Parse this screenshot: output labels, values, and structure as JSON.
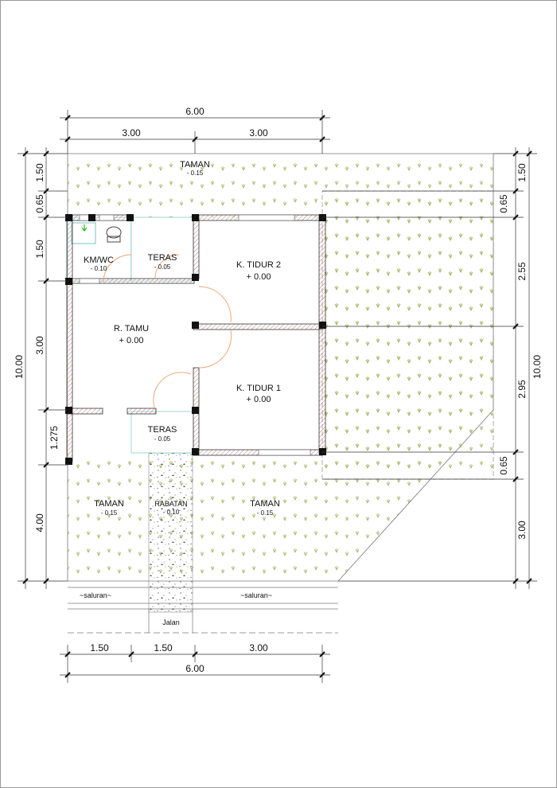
{
  "dimensions": {
    "top_total": "6.00",
    "top_left": "3.00",
    "top_right": "3.00",
    "bottom_a": "1.50",
    "bottom_b": "1.50",
    "bottom_c": "3.00",
    "bottom_total": "6.00",
    "left_total": "10.00",
    "left_1": "1.50",
    "left_2": "0.65",
    "left_3": "1.50",
    "left_4": "3.00",
    "left_5": "1.275",
    "left_6": "4.00",
    "right_total": "10.00",
    "right_1": "1.50",
    "right_2": "0.65",
    "right_3": "2.55",
    "right_4": "2.95",
    "right_5": "0.65",
    "right_6": "3.00"
  },
  "rooms": {
    "taman_top": {
      "name": "TAMAN",
      "level": "- 0.15"
    },
    "kmwc": {
      "name": "KM/WC",
      "level": "- 0.10"
    },
    "teras_top": {
      "name": "TERAS",
      "level": "- 0.05"
    },
    "tidur2": {
      "name": "K. TIDUR 2",
      "level": "+ 0.00"
    },
    "tamu": {
      "name": "R. TAMU",
      "level": "+ 0.00"
    },
    "tidur1": {
      "name": "K. TIDUR 1",
      "level": "+ 0.00"
    },
    "teras_bottom": {
      "name": "TERAS",
      "level": "- 0.05"
    },
    "taman_left": {
      "name": "TAMAN",
      "level": "- 0.15"
    },
    "rabatan": {
      "name": "RABATAN",
      "level": "- 0.10"
    },
    "taman_right": {
      "name": "TAMAN",
      "level": "- 0.15"
    }
  },
  "labels": {
    "saluran_left": "~saluran~",
    "saluran_right": "~saluran~",
    "jalan": "Jalan"
  },
  "colors": {
    "wall_hatch": "#c87878",
    "door_swing": "#f0a070",
    "garden_mark": "#9aaa55",
    "gravel": "#666666"
  }
}
